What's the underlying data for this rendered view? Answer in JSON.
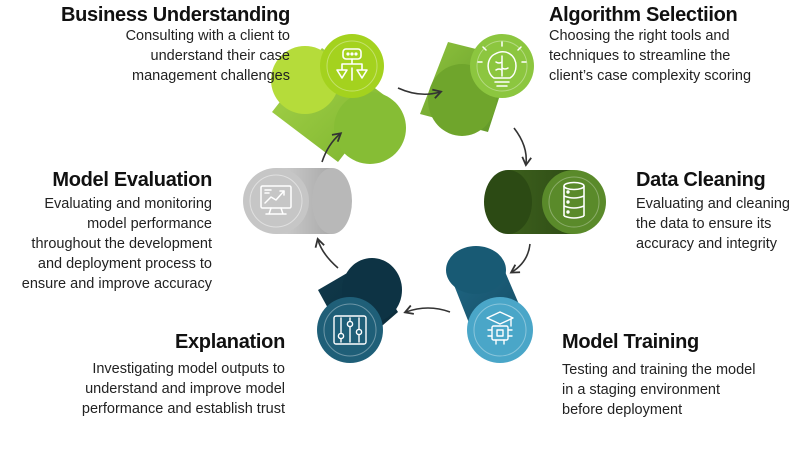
{
  "steps": [
    {
      "title": "Business Understanding",
      "description": "Consulting with a client to\nunderstand their case\nmanagement challenges",
      "icon": "decision-tree-icon",
      "color": "#8dc63f"
    },
    {
      "title": "Algorithm Selectiion",
      "description": "Choosing the right tools and\ntechniques to streamline the\nclient’s case complexity scoring",
      "icon": "lightbulb-brain-icon",
      "color": "#7ab534"
    },
    {
      "title": "Data Cleaning",
      "description": "Evaluating and cleaning\nthe data to ensure its\naccuracy and integrity",
      "icon": "database-icon",
      "color": "#4a7a23"
    },
    {
      "title": "Model Training",
      "description": "Testing and training the model\nin a staging environment\nbefore deployment",
      "icon": "chip-graduation-cap-icon",
      "color": "#4ba6c8"
    },
    {
      "title": "Explanation",
      "description": "Investigating model outputs to\nunderstand and improve model\nperformance and establish trust",
      "icon": "sliders-icon",
      "color": "#1f5f78"
    },
    {
      "title": "Model Evaluation",
      "description": "Evaluating and monitoring\nmodel performance\nthroughout the development\nand deployment process to\nensure and improve accuracy",
      "icon": "monitor-chart-icon",
      "color": "#bdbdbd"
    }
  ]
}
